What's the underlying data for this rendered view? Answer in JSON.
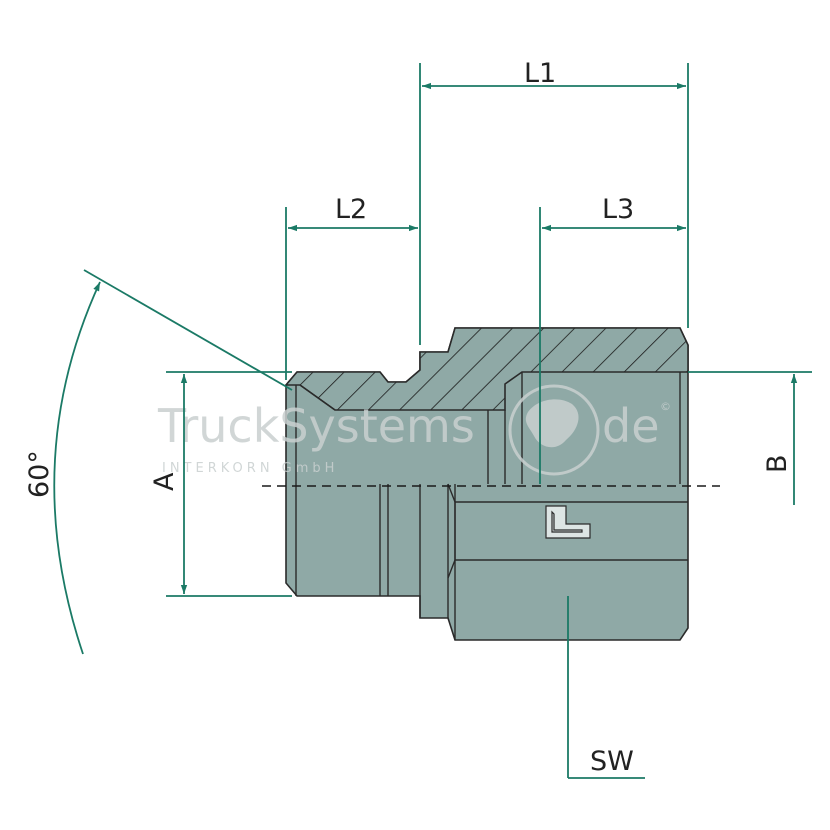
{
  "labels": {
    "l1": "L1",
    "l2": "L2",
    "l3": "L3",
    "a": "A",
    "b": "B",
    "sw": "SW",
    "angle": "60°"
  },
  "watermark": {
    "text": "TruckSystems",
    "sub": "INTERKORN GmbH",
    "suffix": "de",
    "mark": "©"
  },
  "colors": {
    "dimension": "#1b7a66",
    "body_fill": "#8fa9a6",
    "body_stroke": "#2a2a2a",
    "hatch": "#1a1a1a",
    "watermark": "#c9d0d0"
  }
}
